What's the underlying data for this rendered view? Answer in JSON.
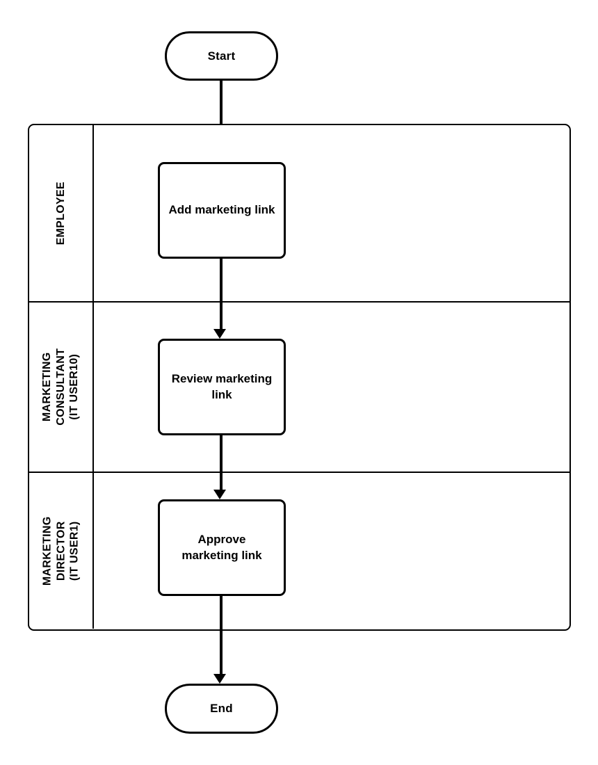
{
  "diagram": {
    "type": "swimlane-flowchart",
    "start_node": {
      "label": "Start",
      "shape": "terminator"
    },
    "end_node": {
      "label": "End",
      "shape": "terminator"
    },
    "lanes": [
      {
        "id": "employee",
        "label_lines": [
          "EMPLOYEE"
        ],
        "task": {
          "label": "Add marketing link",
          "shape": "process"
        }
      },
      {
        "id": "marketing-consultant",
        "label_lines": [
          "MARKETING",
          "CONSULTANT",
          "(IT USER10)"
        ],
        "task": {
          "label": "Review marketing link",
          "shape": "process"
        }
      },
      {
        "id": "marketing-director",
        "label_lines": [
          "MARKETING",
          "DIRECTOR",
          "(IT USER1)"
        ],
        "task": {
          "label": "Approve marketing link",
          "shape": "process"
        }
      }
    ],
    "connectors": [
      {
        "id": "start-to-add",
        "from": "Start",
        "to": "Add marketing link",
        "direction": "down",
        "arrowhead": true
      },
      {
        "id": "add-to-review",
        "from": "Add marketing link",
        "to": "Review marketing link",
        "direction": "down",
        "arrowhead": true
      },
      {
        "id": "review-to-approve",
        "from": "Review marketing link",
        "to": "Approve marketing link",
        "direction": "down",
        "arrowhead": true
      },
      {
        "id": "approve-to-end",
        "from": "Approve marketing link",
        "to": "End",
        "direction": "down",
        "arrowhead": true
      }
    ],
    "colors": {
      "stroke": "#000000",
      "fill": "#ffffff",
      "text": "#000000",
      "background": "#ffffff"
    }
  }
}
